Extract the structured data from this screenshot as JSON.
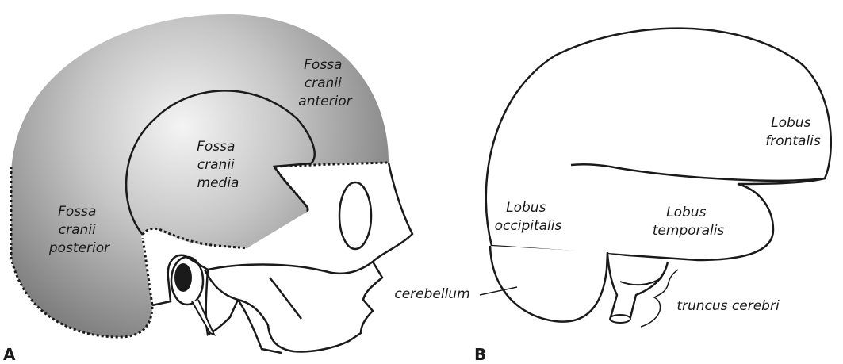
{
  "panel_a": {
    "letter": "A",
    "labels": {
      "fossa_anterior": [
        "Fossa",
        "cranii",
        "anterior"
      ],
      "fossa_media": [
        "Fossa",
        "cranii",
        "media"
      ],
      "fossa_posterior": [
        "Fossa",
        "cranii",
        "posterior"
      ]
    }
  },
  "panel_b": {
    "letter": "B",
    "labels": {
      "lobus_frontalis": [
        "Lobus",
        "frontalis"
      ],
      "lobus_occipitalis": [
        "Lobus",
        "occipitalis"
      ],
      "lobus_temporalis": [
        "Lobus",
        "temporalis"
      ],
      "cerebellum": "cerebellum",
      "truncus_cerebri": "truncus cerebri"
    }
  },
  "colors": {
    "line": "#1a1a1a",
    "fill_light": "#f2f2f2",
    "fill_dark": "#8a8a8a"
  }
}
